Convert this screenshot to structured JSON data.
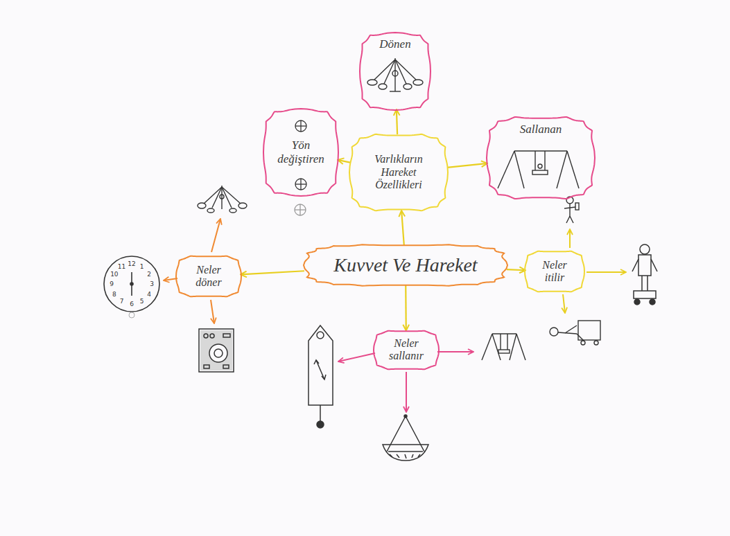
{
  "diagram": {
    "nodes": [
      {
        "text": [
          "Dönen"
        ]
      },
      {
        "text": [
          "Yön değiştiren"
        ]
      },
      {
        "text": [
          "Varlıkların Hareket Özellikleri"
        ]
      },
      {
        "text": [
          "Sallanan"
        ]
      },
      {
        "text": [
          "Neler döner"
        ]
      },
      {
        "text": [
          "Kuvvet Ve Hareket"
        ]
      },
      {
        "text": [
          "Neler itilir"
        ]
      },
      {
        "text": [
          "Neler sallanır"
        ]
      }
    ],
    "edges": [
      {
        "from": 5,
        "to": 2,
        "arrow": "to"
      },
      {
        "from": 5,
        "to": 4,
        "arrow": "to"
      },
      {
        "from": 5,
        "to": 6,
        "arrow": "to"
      },
      {
        "from": 5,
        "to": 7,
        "arrow": "to"
      },
      {
        "from": 2,
        "to": 0,
        "arrow": "to"
      },
      {
        "from": 2,
        "to": 1,
        "arrow": "to"
      },
      {
        "from": 2,
        "to": 3,
        "arrow": "to"
      }
    ],
    "labels": [
      "12",
      "1",
      "2",
      "3",
      "4",
      "5",
      "6",
      "7",
      "8",
      "9",
      "10",
      "11"
    ]
  }
}
